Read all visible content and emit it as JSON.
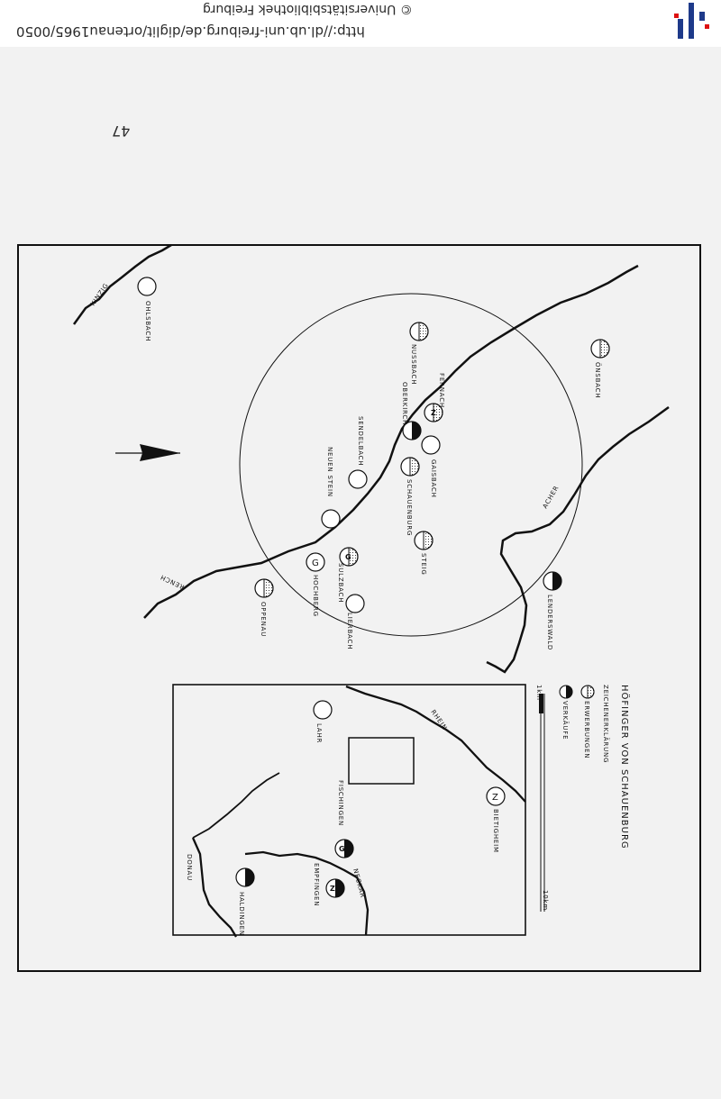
{
  "header": {
    "url": "http://dl.ub.uni-freiburg.de/diglit/ortenau1965/0050",
    "copyright": "© Universitätsbibliothek Freiburg",
    "logo_icon": "ub-freiburg-logo-icon"
  },
  "page_number": "47",
  "map": {
    "title": "HÖFINGER VON SCHAUENBURG",
    "legend": {
      "heading": "ZEICHENERKLÄRUNG",
      "items": [
        {
          "symbol": "dotted-half-circle-icon",
          "label": "ERWERBUNGEN"
        },
        {
          "symbol": "black-half-circle-icon",
          "label": "VERKÄUFE"
        }
      ]
    },
    "scale": {
      "start": "1km",
      "end": "10km"
    },
    "rivers": [
      "KINZIG",
      "RENCH",
      "ACHER",
      "RHEIN",
      "NECKAR",
      "DONAU"
    ],
    "places": [
      {
        "name": "OHLSBACH"
      },
      {
        "name": "ÖNSBACH"
      },
      {
        "name": "NUSSBACH"
      },
      {
        "name": "FERNACH"
      },
      {
        "name": "OBERKIRCH"
      },
      {
        "name": "SENDELBACH"
      },
      {
        "name": "GAISBACH"
      },
      {
        "name": "SCHAUENBURG"
      },
      {
        "name": "NEUEN STEIN"
      },
      {
        "name": "STEIG"
      },
      {
        "name": "SULZBACH"
      },
      {
        "name": "HOCHBERG"
      },
      {
        "name": "LIERBACH"
      },
      {
        "name": "OPPENAU"
      },
      {
        "name": "LENDERSWALD"
      },
      {
        "name": "LAHR"
      },
      {
        "name": "BIETIGHEIM"
      },
      {
        "name": "FISCHINGEN"
      },
      {
        "name": "EMPFINGEN"
      },
      {
        "name": "HALDINGEN"
      }
    ],
    "symbol_letters": {
      "z": "Z",
      "g": "G"
    }
  }
}
